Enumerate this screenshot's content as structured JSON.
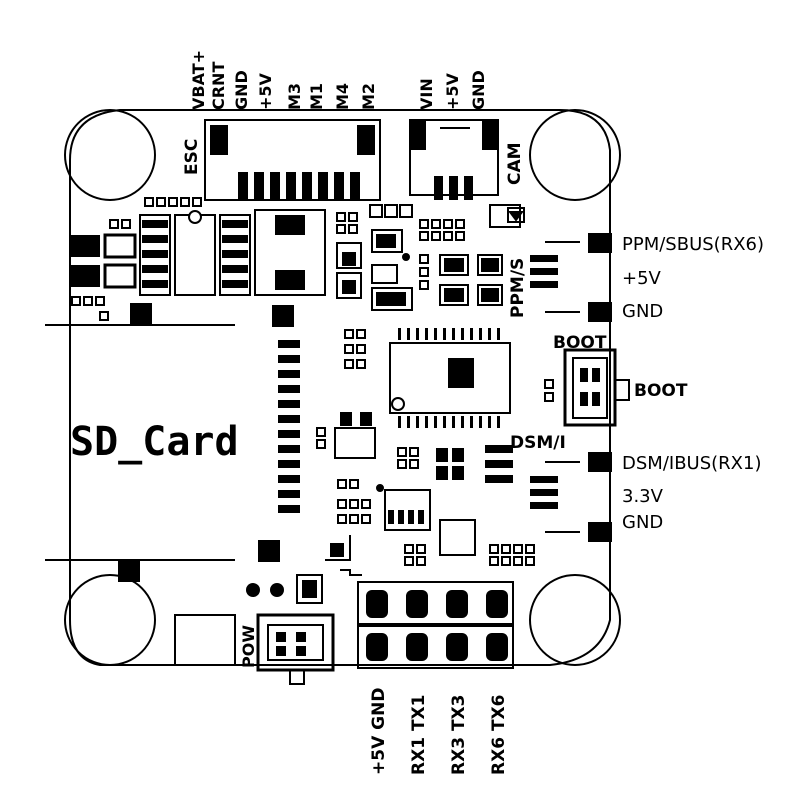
{
  "labels": {
    "esc_pins": [
      "VBAT+",
      "CRNT",
      "GND",
      "+5V",
      "M3",
      "M1",
      "M4",
      "M2"
    ],
    "cam_pins": [
      "VIN",
      "+5V",
      "GND"
    ],
    "esc": "ESC",
    "cam": "CAM",
    "ppm_s": "PPM/S",
    "boot_top": "BOOT",
    "boot_side": "BOOT",
    "dsm_i": "DSM/I",
    "sd_card": "SD_Card",
    "pow": "POW",
    "ppm_port": "PPM/SBUS(RX6)",
    "ppm_5v": "+5V",
    "ppm_gnd": "GND",
    "dsm_port": "DSM/IBUS(RX1)",
    "dsm_33v": "3.3V",
    "dsm_gnd": "GND",
    "uart_pins": [
      "+5V GND",
      "RX1 TX1",
      "RX3 TX3",
      "RX6 TX6"
    ]
  },
  "colors": {
    "ink": "#000000",
    "paper": "#ffffff"
  }
}
